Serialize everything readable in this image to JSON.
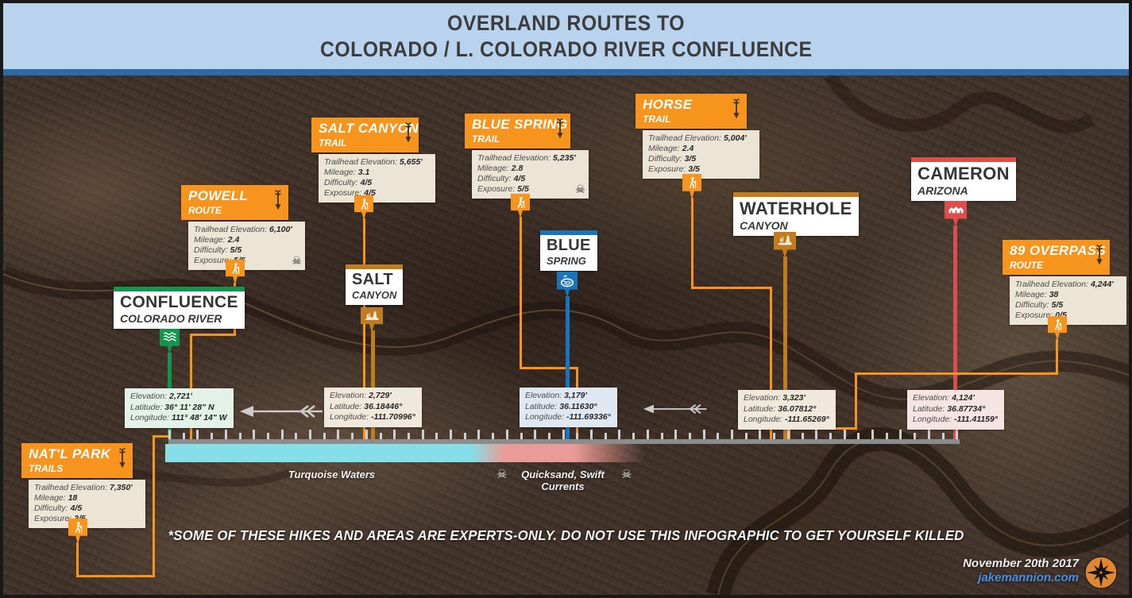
{
  "header": {
    "title_line1": "OVERLAND ROUTES TO",
    "title_line2": "COLORADO / L. COLORADO RIVER CONFLUENCE"
  },
  "labels": {
    "trailhead_elevation": "Trailhead Elevation:",
    "mileage": "Mileage:",
    "difficulty": "Difficulty:",
    "exposure": "Exposure:",
    "elevation": "Elevation:",
    "latitude": "Latitude:",
    "longitude": "Longitude:"
  },
  "routes": [
    {
      "name": "POWELL",
      "type": "ROUTE",
      "trailhead_elevation": "6,100'",
      "mileage": "2.4",
      "difficulty": "5/5",
      "exposure": "5/5",
      "skull_icon": "☠"
    },
    {
      "name": "SALT CANYON",
      "type": "TRAIL",
      "trailhead_elevation": "5,655'",
      "mileage": "3.1",
      "difficulty": "4/5",
      "exposure": "4/5",
      "skull_icon": ""
    },
    {
      "name": "BLUE SPRING",
      "type": "TRAIL",
      "trailhead_elevation": "5,235'",
      "mileage": "2.8",
      "difficulty": "4/5",
      "exposure": "5/5",
      "skull_icon": "☠"
    },
    {
      "name": "HORSE",
      "type": "TRAIL",
      "trailhead_elevation": "5,004'",
      "mileage": "2.4",
      "difficulty": "3/5",
      "exposure": "3/5",
      "skull_icon": ""
    },
    {
      "name": "89 OVERPASS",
      "type": "ROUTE",
      "trailhead_elevation": "4,244'",
      "mileage": "38",
      "difficulty": "5/5",
      "exposure": "0/5",
      "skull_icon": ""
    },
    {
      "name": "NAT'L PARK",
      "type": "TRAILS",
      "trailhead_elevation": "7,350'",
      "mileage": "18",
      "difficulty": "4/5",
      "exposure": "3/5",
      "skull_icon": ""
    }
  ],
  "locations": [
    {
      "name": "CONFLUENCE",
      "sub": "COLORADO RIVER",
      "color": "#12954d",
      "icon": "river-waves-icon",
      "elevation": "2,721'",
      "latitude": "36° 11' 28\" N",
      "longitude": "111° 48' 14\" W"
    },
    {
      "name": "SALT",
      "sub": "CANYON",
      "color": "#c07d1f",
      "icon": "canyon-icon",
      "elevation": "2,729'",
      "latitude": "36.18446°",
      "longitude": "-111.70996°"
    },
    {
      "name": "BLUE",
      "sub": "SPRING",
      "color": "#1974bc",
      "icon": "spring-icon",
      "elevation": "3,179'",
      "latitude": "36.11630°",
      "longitude": "-111.69336°"
    },
    {
      "name": "WATERHOLE",
      "sub": "CANYON",
      "color": "#c07d1f",
      "icon": "waterhole-canyon-icon",
      "elevation": "3,323'",
      "latitude": "36.07812°",
      "longitude": "-111.65269°"
    },
    {
      "name": "CAMERON",
      "sub": "ARIZONA",
      "color": "#e04b4b",
      "icon": "village-icon",
      "elevation": "4,124'",
      "latitude": "36.87734°",
      "longitude": "-111.41159°"
    }
  ],
  "scale": {
    "water_label": "Turquoise Waters",
    "hazard_label": "Quicksand, Swift Currents",
    "skull_icon": "☠"
  },
  "warning": "*SOME OF THESE HIKES AND AREAS ARE EXPERTS-ONLY. DO NOT USE THIS INFOGRAPHIC TO GET YOURSELF KILLED",
  "credit": {
    "date": "November 20th 2017",
    "website": "jakemannion.com"
  },
  "colors": {
    "orange": "#f7941e",
    "dark_orange": "#c07d1f",
    "green": "#12954d",
    "blue": "#1974bc",
    "red": "#e04b4b",
    "header_bg": "#b9d3ee",
    "header_strip": "#2e6ba6",
    "turquoise": "#86dee8",
    "hazard_pink": "#eb9b95"
  },
  "icons": [
    "hiker-icon",
    "river-waves-icon",
    "spring-icon",
    "canyon-icon",
    "waterhole-canyon-icon",
    "village-icon",
    "skull-crossbones-icon",
    "fletched-down-arrow-icon",
    "fletched-left-arrow-icon",
    "compass-rose-logo"
  ]
}
